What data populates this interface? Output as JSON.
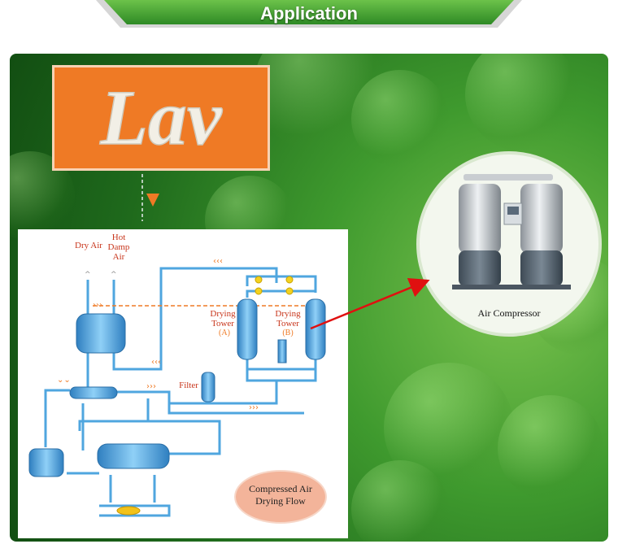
{
  "banner": {
    "title": "Application"
  },
  "logo": {
    "text": "Lav"
  },
  "flow": {
    "dry_air": "Dry Air",
    "hot_damp_air": "Hot Damp Air",
    "tower_a_name": "Drying Tower",
    "tower_a_tag": "(A)",
    "tower_b_name": "Drying Tower",
    "tower_b_tag": "(B)",
    "filter": "Filter",
    "badge_line1": "Compressed Air",
    "badge_line2": "Drying Flow"
  },
  "photo": {
    "caption": "Air Compressor"
  },
  "colors": {
    "banner_green": "#3e9a2f",
    "panel_green": "#2f8a25",
    "logo_orange": "#ef7a25",
    "pipe_blue": "#4fa6df",
    "label_red": "#c8361c",
    "badge_fill": "#f3b49a",
    "arrow_red": "#e01010"
  }
}
